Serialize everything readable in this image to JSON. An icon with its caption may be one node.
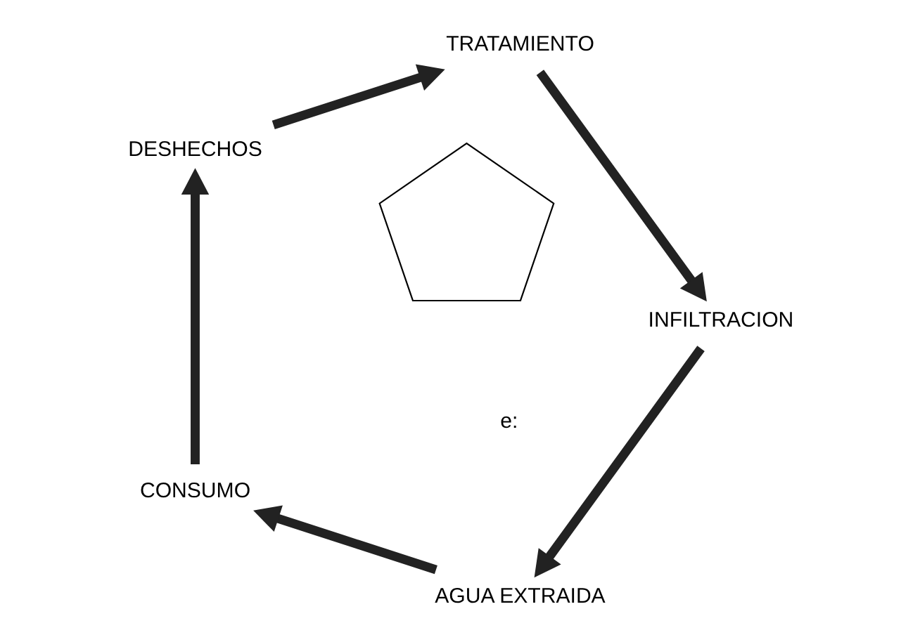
{
  "diagram": {
    "nodes": [
      {
        "text": [
          "AGUA EXTRAIDA"
        ]
      },
      {
        "text": [
          "CONSUMO"
        ]
      },
      {
        "text": [
          "DESHECHOS"
        ]
      },
      {
        "text": [
          "TRATAMIENTO"
        ]
      },
      {
        "text": [
          "INFILTRACION"
        ]
      },
      {
        "text": [],
        "shape": "pentagon"
      }
    ],
    "edges": [
      {
        "from": 0,
        "to": 1,
        "arrow": "to"
      },
      {
        "from": 1,
        "to": 2,
        "arrow": "to"
      },
      {
        "from": 2,
        "to": 3,
        "arrow": "to"
      },
      {
        "from": 3,
        "to": 4,
        "arrow": "to"
      },
      {
        "from": 4,
        "to": 0,
        "arrow": "to"
      }
    ],
    "labels": [
      "e:"
    ]
  }
}
